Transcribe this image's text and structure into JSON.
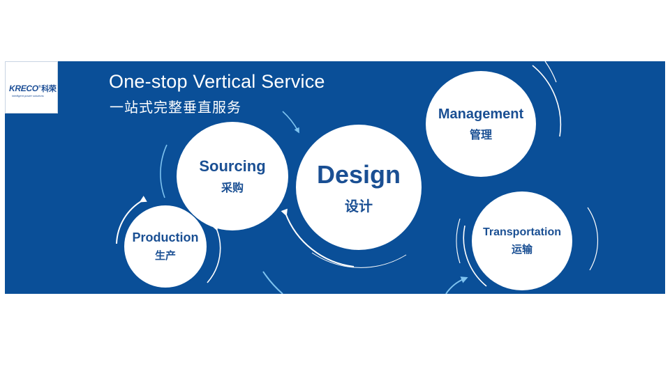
{
  "logo": {
    "brand": "KRECO",
    "registered": "®",
    "chinese": "科荣",
    "tagline": "intelligent power solutions"
  },
  "title": {
    "english": "One-stop Vertical Service",
    "chinese": "一站式完整垂直服务"
  },
  "services": {
    "production": {
      "en": "Production",
      "cn": "生产"
    },
    "sourcing": {
      "en": "Sourcing",
      "cn": "采购"
    },
    "design": {
      "en": "Design",
      "cn": "设计"
    },
    "management": {
      "en": "Management",
      "cn": "管理"
    },
    "transportation": {
      "en": "Transportation",
      "cn": "运输"
    }
  },
  "colors": {
    "banner": "#0a4f98",
    "circle": "#ffffff",
    "text": "#1a4f93",
    "arrow_light": "#7ec3f0"
  }
}
